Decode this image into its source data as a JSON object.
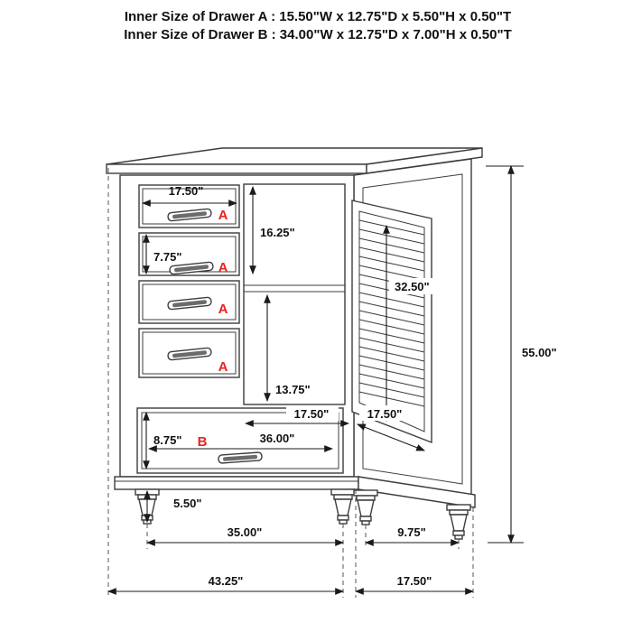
{
  "header": {
    "line_a": "Inner Size of Drawer A : 15.50\"W x 12.75\"D x 5.50\"H x 0.50\"T",
    "line_b": "Inner Size of Drawer B : 34.00\"W x 12.75\"D x 7.00\"H x 0.50\"T"
  },
  "labels": {
    "drawer_a": "A",
    "drawer_b": "B"
  },
  "dimensions": {
    "top_drawer_width": "17.50\"",
    "upper_two_drawer_height": "16.25\"",
    "small_drawer_height": "7.75\"",
    "door_opening_height": "32.50\"",
    "overall_height": "55.00\"",
    "shelf_section_height": "13.75\"",
    "opening_width": "17.50\"",
    "door_width": "17.50\"",
    "bottom_drawer_height": "8.75\"",
    "bottom_drawer_width": "36.00\"",
    "foot_height": "5.50\"",
    "front_feet_spacing": "35.00\"",
    "side_feet_spacing": "9.75\"",
    "overall_width": "43.25\"",
    "overall_depth": "17.50\""
  },
  "colors": {
    "line": "#3c3c3c",
    "dimension_text": "#111111",
    "drawer_label_red": "#e8231f",
    "background": "#ffffff"
  }
}
